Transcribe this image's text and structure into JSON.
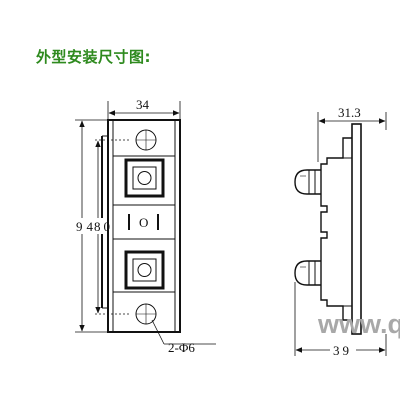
{
  "title": "外型安装尺寸图:",
  "front_view": {
    "dim_width": "34",
    "dim_height_a": "94",
    "dim_height_b": "80",
    "hole_label": "2-Φ6"
  },
  "side_view": {
    "dim_depth_top": "31.3",
    "dim_depth_bottom": "39"
  },
  "watermark": "www.qc"
}
